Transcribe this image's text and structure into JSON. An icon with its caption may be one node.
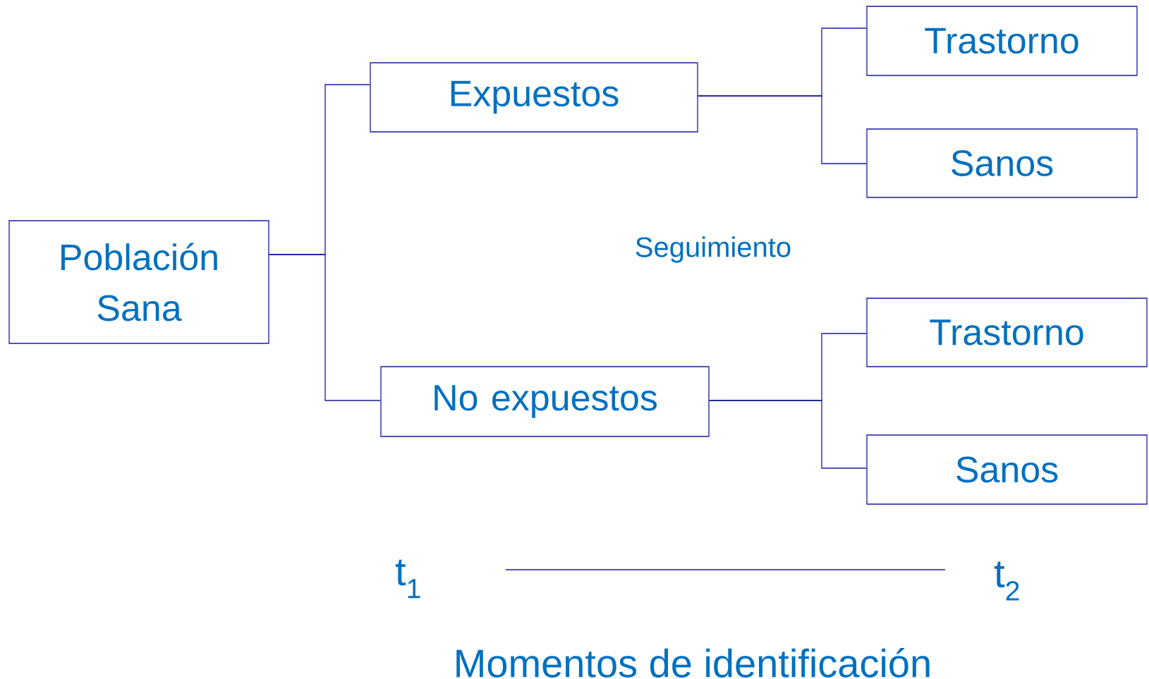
{
  "diagram": {
    "nodes": [
      {
        "text": [
          "Población Sana"
        ]
      },
      {
        "text": [
          "Expuestos"
        ]
      },
      {
        "text": [
          "No expuestos"
        ]
      },
      {
        "text": [
          "Trastorno"
        ]
      },
      {
        "text": [
          "Sanos"
        ]
      },
      {
        "text": [
          "Trastorno"
        ]
      },
      {
        "text": [
          "Sanos"
        ]
      }
    ],
    "edges": [
      {
        "from": 0,
        "to": 1,
        "arrow": "none"
      },
      {
        "from": 0,
        "to": 2,
        "arrow": "none"
      },
      {
        "from": 1,
        "to": 3,
        "arrow": "none"
      },
      {
        "from": 1,
        "to": 4,
        "arrow": "none"
      },
      {
        "from": 2,
        "to": 5,
        "arrow": "none"
      },
      {
        "from": 2,
        "to": 6,
        "arrow": "none"
      }
    ],
    "labels": [
      "Seguimiento",
      "t$_{1}$",
      "t$_{2}$",
      "Momentos de identificación"
    ]
  }
}
